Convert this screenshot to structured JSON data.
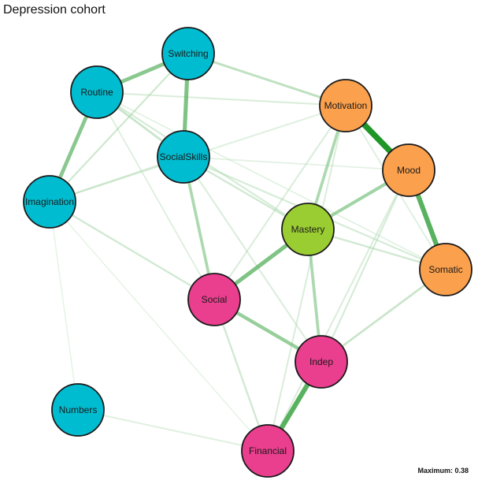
{
  "title": "Depression cohort",
  "maximum_label": "Maximum: 0.38",
  "groups": {
    "autism": "#00bcd0",
    "depression": "#fba04d",
    "mastery": "#9acd32",
    "social": "#ea3e8e"
  },
  "nodes": [
    {
      "id": "Switching",
      "label": "Switching",
      "group": "autism"
    },
    {
      "id": "Routine",
      "label": "Routine",
      "group": "autism"
    },
    {
      "id": "SocialSkills",
      "label": "SocialSkills",
      "group": "autism"
    },
    {
      "id": "Imagination",
      "label": "Imagination",
      "group": "autism"
    },
    {
      "id": "Numbers",
      "label": "Numbers",
      "group": "autism"
    },
    {
      "id": "Motivation",
      "label": "Motivation",
      "group": "depression"
    },
    {
      "id": "Mood",
      "label": "Mood",
      "group": "depression"
    },
    {
      "id": "Somatic",
      "label": "Somatic",
      "group": "depression"
    },
    {
      "id": "Mastery",
      "label": "Mastery",
      "group": "mastery"
    },
    {
      "id": "Social",
      "label": "Social",
      "group": "social"
    },
    {
      "id": "Indep",
      "label": "Indep",
      "group": "social"
    },
    {
      "id": "Financial",
      "label": "Financial",
      "group": "social"
    }
  ],
  "edges": [
    {
      "source": "Switching",
      "target": "Routine",
      "weight": 0.22
    },
    {
      "source": "Switching",
      "target": "SocialSkills",
      "weight": 0.24
    },
    {
      "source": "Switching",
      "target": "Motivation",
      "weight": 0.12
    },
    {
      "source": "Switching",
      "target": "Imagination",
      "weight": 0.08
    },
    {
      "source": "Routine",
      "target": "Imagination",
      "weight": 0.22
    },
    {
      "source": "Routine",
      "target": "SocialSkills",
      "weight": 0.1
    },
    {
      "source": "Routine",
      "target": "Motivation",
      "weight": 0.06
    },
    {
      "source": "Routine",
      "target": "Mastery",
      "weight": 0.07
    },
    {
      "source": "Routine",
      "target": "Social",
      "weight": 0.05
    },
    {
      "source": "Routine",
      "target": "Somatic",
      "weight": 0.04
    },
    {
      "source": "SocialSkills",
      "target": "Imagination",
      "weight": 0.07
    },
    {
      "source": "SocialSkills",
      "target": "Social",
      "weight": 0.16
    },
    {
      "source": "SocialSkills",
      "target": "Mastery",
      "weight": 0.08
    },
    {
      "source": "SocialSkills",
      "target": "Somatic",
      "weight": 0.07
    },
    {
      "source": "SocialSkills",
      "target": "Indep",
      "weight": 0.06
    },
    {
      "source": "SocialSkills",
      "target": "Mood",
      "weight": 0.04
    },
    {
      "source": "Imagination",
      "target": "Social",
      "weight": 0.08
    },
    {
      "source": "Imagination",
      "target": "Motivation",
      "weight": 0.05
    },
    {
      "source": "Imagination",
      "target": "Numbers",
      "weight": 0.03
    },
    {
      "source": "Imagination",
      "target": "Financial",
      "weight": 0.03
    },
    {
      "source": "Motivation",
      "target": "Mood",
      "weight": 0.38
    },
    {
      "source": "Motivation",
      "target": "Mastery",
      "weight": 0.16
    },
    {
      "source": "Motivation",
      "target": "Financial",
      "weight": 0.06
    },
    {
      "source": "Motivation",
      "target": "Social",
      "weight": 0.06
    },
    {
      "source": "Motivation",
      "target": "Somatic",
      "weight": 0.05
    },
    {
      "source": "Mood",
      "target": "Somatic",
      "weight": 0.3
    },
    {
      "source": "Mood",
      "target": "Mastery",
      "weight": 0.18
    },
    {
      "source": "Mood",
      "target": "Indep",
      "weight": 0.07
    },
    {
      "source": "Mood",
      "target": "Financial",
      "weight": 0.06
    },
    {
      "source": "Mastery",
      "target": "Social",
      "weight": 0.24
    },
    {
      "source": "Mastery",
      "target": "Indep",
      "weight": 0.16
    },
    {
      "source": "Mastery",
      "target": "Somatic",
      "weight": 0.08
    },
    {
      "source": "Social",
      "target": "Indep",
      "weight": 0.2
    },
    {
      "source": "Social",
      "target": "Financial",
      "weight": 0.08
    },
    {
      "source": "Indep",
      "target": "Financial",
      "weight": 0.3
    },
    {
      "source": "Indep",
      "target": "Somatic",
      "weight": 0.1
    },
    {
      "source": "Numbers",
      "target": "Financial",
      "weight": 0.05
    }
  ]
}
